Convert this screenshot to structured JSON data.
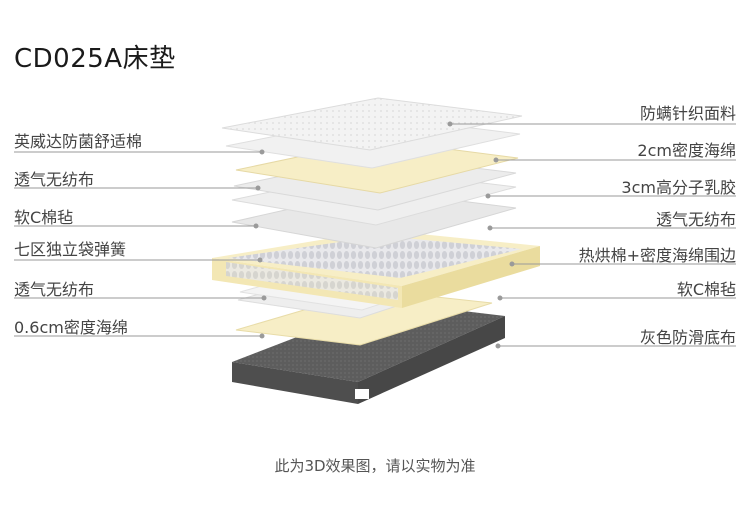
{
  "title": "CD025A床垫",
  "left_labels": [
    "英威达防菌舒适棉",
    "透气无纺布",
    "软C棉毡",
    "七区独立袋弹簧",
    "透气无纺布",
    "0.6cm密度海绵"
  ],
  "right_labels": [
    "防螨针织面料",
    "2cm密度海绵",
    "3cm高分子乳胶",
    "透气无纺布",
    "热烘棉+密度海绵围边",
    "软C棉毡",
    "灰色防滑底布"
  ],
  "caption": "此为3D效果图，请以实物为准",
  "colors": {
    "white_layer": "#f2f2f2",
    "cream_layer": "#f7eec6",
    "base": "#5a5a5a",
    "leader_line": "#9a9a9a"
  }
}
